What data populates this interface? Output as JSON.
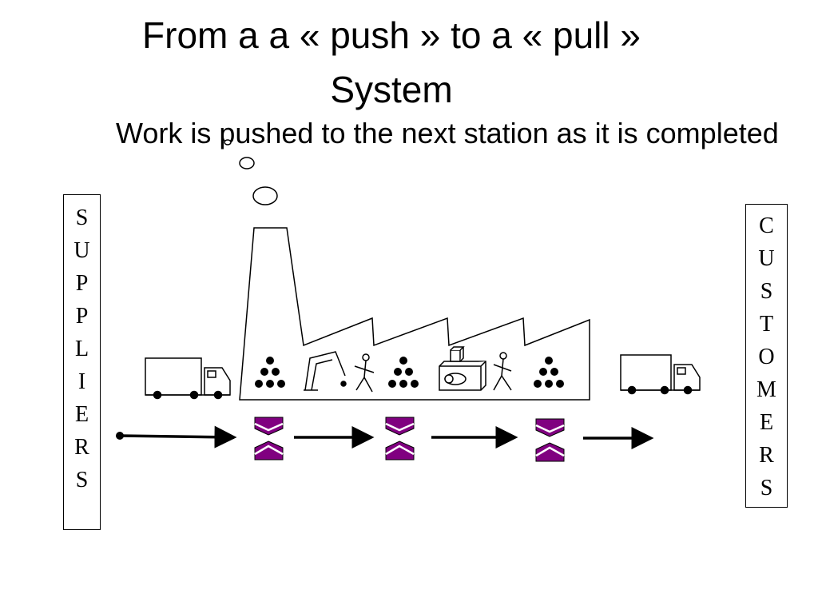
{
  "slide": {
    "title_line1": "From a a « push » to a « pull »",
    "title_line2": "System",
    "bullet": "Work is pushed to the next station as it is completed"
  },
  "suppliers": {
    "letters": [
      "S",
      "U",
      "P",
      "P",
      "L",
      "I",
      "E",
      "R",
      "S"
    ]
  },
  "customers": {
    "letters": [
      "C",
      "U",
      "S",
      "T",
      "O",
      "M",
      "E",
      "R",
      "S"
    ]
  },
  "colors": {
    "inventory_purple": "#800080",
    "stroke": "#000000"
  },
  "icons": [
    "truck-icon",
    "factory-icon",
    "smoke-icon",
    "inventory-pile-icon",
    "crane-machine-icon",
    "worker-icon",
    "press-machine-icon",
    "buffer-hourglass-icon",
    "flow-arrow-icon"
  ]
}
